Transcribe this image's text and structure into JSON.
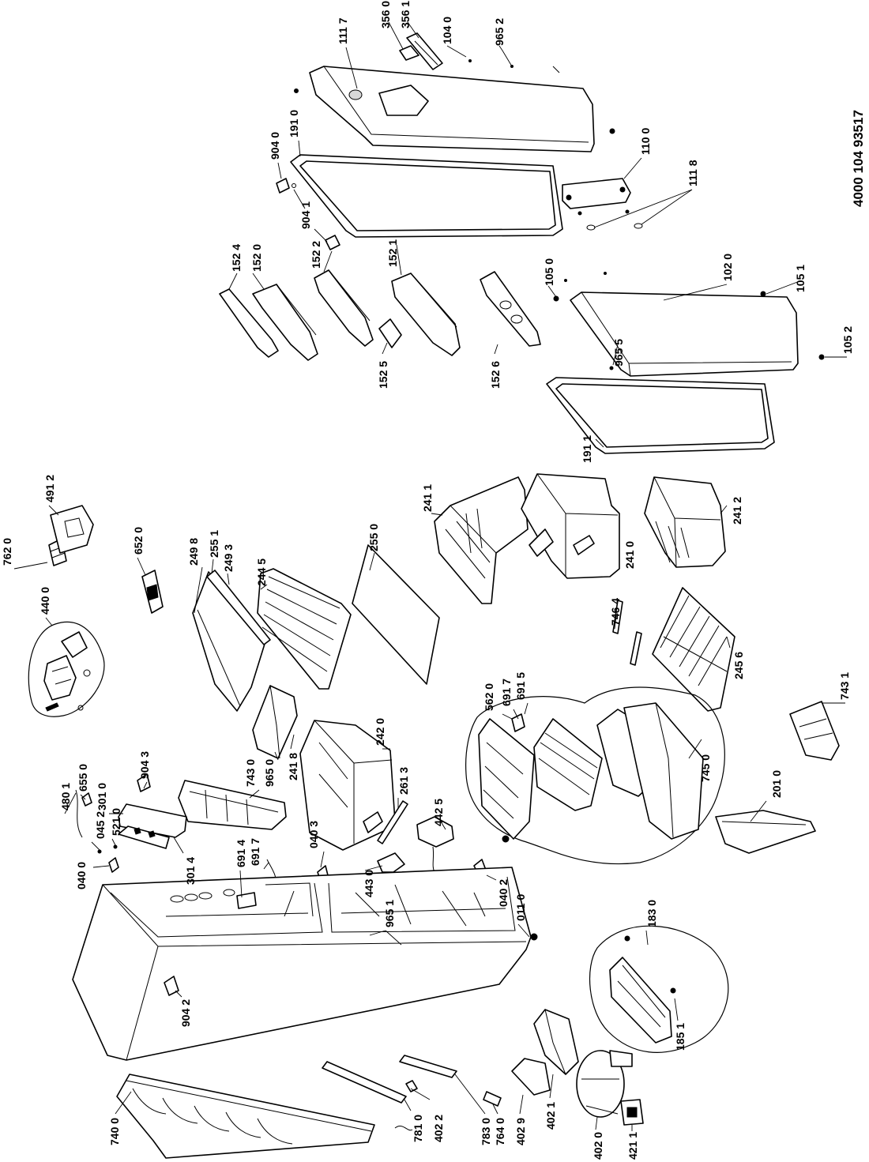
{
  "document_number": "4000 104 93517",
  "labels": {
    "l1117": "111 7",
    "l3560": "356 0",
    "l3561": "356 1",
    "l1040": "104 0",
    "l9652": "965 2",
    "l9040": "904 0",
    "l1910": "191 0",
    "l9041": "904 1",
    "l1100": "110 0",
    "l1118": "111 8",
    "l1524": "152 4",
    "l1520": "152 0",
    "l1522": "152 2",
    "l1521": "152 1",
    "l1525": "152 5",
    "l1526": "152 6",
    "l1050": "105 0",
    "l1020": "102 0",
    "l1051": "105 1",
    "l9655": "965 5",
    "l1052": "105 2",
    "l1911": "191 1",
    "l7620": "762 0",
    "l4912": "491 2",
    "l6520": "652 0",
    "l2498": "249 8",
    "l2551": "255 1",
    "l2493": "249 3",
    "l2445": "244 5",
    "l2550": "255 0",
    "l2411": "241 1",
    "l2410": "241 0",
    "l2412": "241 2",
    "l4400": "440 0",
    "l7464": "746 4",
    "l2456": "245 6",
    "l5620": "562 0",
    "l6917a": "691 7",
    "l6915": "691 5",
    "l7450": "745  0",
    "l7431": "743 1",
    "l2418": "241 8",
    "l2420": "242 0",
    "l9650": "965 0",
    "l9043": "904 3",
    "l7430": "743 0",
    "l2613": "261 3",
    "l4425": "442 5",
    "l2010": "201 0",
    "l4801": "480 1",
    "l6550": "655 0",
    "l3010": "301 0",
    "l0452": "045 2",
    "l5210": "521 0",
    "l0400": "040 0",
    "l3014": "301 4",
    "l6914": "691 4",
    "l6917b": "691 7",
    "l0403": "040 3",
    "l4430": "443 0",
    "l0402": "040 2",
    "l9651": "965 1",
    "l0110": "011 0",
    "l9042": "904 2",
    "l1830": "183 0",
    "l1851": "185 1",
    "l7400": "740 0",
    "l7810": "781 0",
    "l4022": "402 2",
    "l7830": "783 0",
    "l7640": "764 0",
    "l4029": "402 9",
    "l4021": "402 1",
    "l4020": "402 0",
    "l4211": "421 1"
  }
}
